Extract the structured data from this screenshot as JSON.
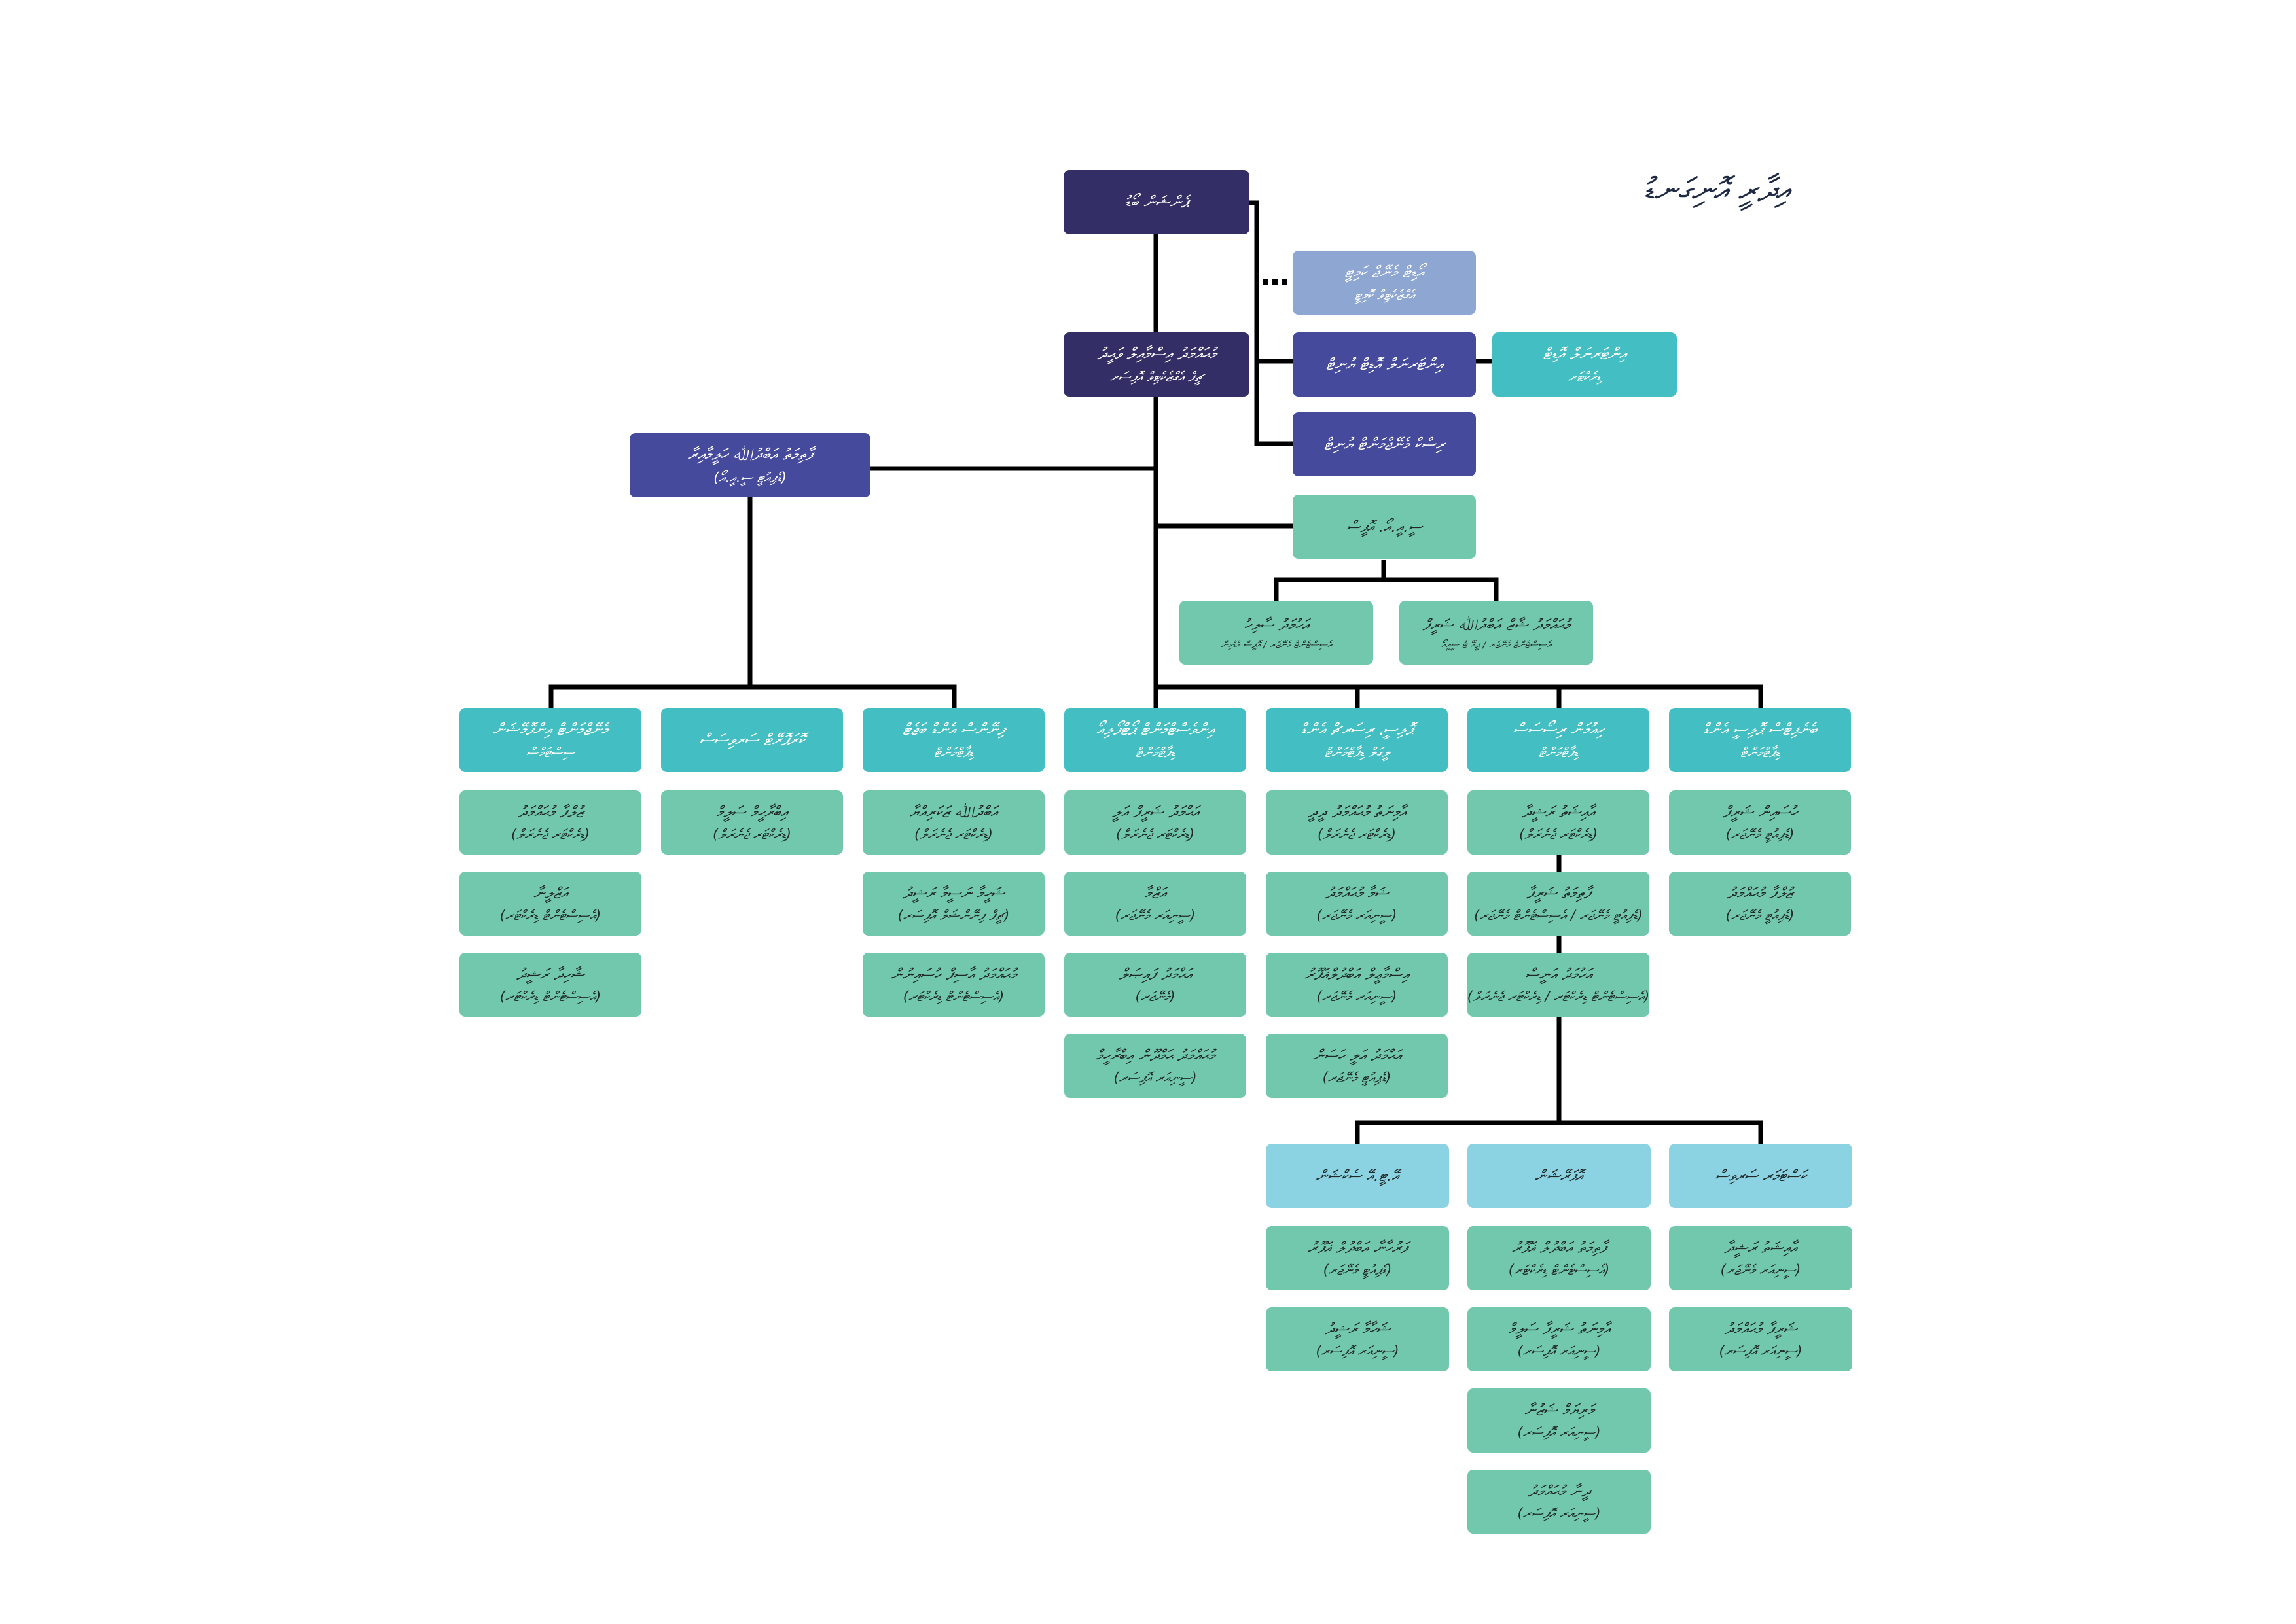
{
  "page": {
    "title": "އިދާރީ އޮނިގަނޑު"
  },
  "colors": {
    "dark": "#332e66",
    "indigo": "#464a9c",
    "periwinkle": "#8ea6d2",
    "teal": "#43bfc3",
    "mint": "#72c8ad",
    "sky": "#8bd3e2",
    "line": "#000000"
  },
  "top": {
    "board": {
      "l1": "ޕެންޝަން ބޯޑު"
    },
    "ceo": {
      "l1": "މުޙައްމަދު އިސްމާއިލް ވަޙީދު",
      "l2": "ޗީފް އެގްޒެކެޓިވް އޮފިސަރ"
    },
    "audit_comm": {
      "l1": "އޯޑިޓް މެނޭޖް ކަމިޓީ",
      "l2": "އެގްޒެކެޓިވް ކޮމިޓީ"
    },
    "audit_unit": {
      "l1": "އިންޓަރނަލް އޮޑިޓް ޔުނިޓް"
    },
    "internal_audit": {
      "l1": "އިންޓަރނަލް އޮޑިޓް",
      "l2": "ޑިރެކްޓަރ"
    },
    "risk": {
      "l1": "ރިސްކް މެނޭޖްމަންޓް ޔުނިޓް"
    },
    "deputy": {
      "l1": "ފާތިމަތު އަބްދުﷲ ހަލީމާއިރާ",
      "l2": "(ޑެޕިއުޓީ ސީ.އީ.އޯ)"
    },
    "ceo_office": {
      "l1": "ސީ.އީ.އޯ. އޮފީސް"
    },
    "office_a": {
      "l1": "އަހުމަދު ސާލިހު",
      "l2": "އެސިސްޓެންޓް މެނޭޖަރ / އޮފީސް އެޑްމިން"
    },
    "office_b": {
      "l1": "މުޙައްމަދު ޝާޒް އަބްދުﷲ ޝަރީފް",
      "l2": "އެސިސްޓެންޓް މެނޭޖަރ / ޕީއޭ ޓު ސީއީއޯ"
    }
  },
  "departments": [
    {
      "title": [
        "މެނޭޖްމަންޓް އިންފޮމޭޝަން",
        "ސިސްޓަމްސް"
      ],
      "staff": [
        {
          "name": "ޒުލްފާ މުޙައްމަދު",
          "role": "(ޑިރެކްޓަރ ޖެނެރަލް)"
        },
        {
          "name": "އަޒްލީނާ",
          "role": "(އެސިސްޓެންޓް ޑިރެކްޓަރ)"
        },
        {
          "name": "ޝާހިދާ ރަޝީދު",
          "role": "(އެސިސްޓެންޓް ޑިރެކްޓަރ)"
        }
      ]
    },
    {
      "title": [
        "ކޮރަޕޮރޭޓް ސަރވިސަސް"
      ],
      "staff": [
        {
          "name": "އިބްރާހީމް ސަލީމް",
          "role": "(ޑިރެކްޓަރ ޖެނެރަލް)"
        }
      ]
    },
    {
      "title": [
        "ފިނޭންސް އެންޑް ބަޖެޓް",
        "ޑިޕާޓްމަންޓް"
      ],
      "staff": [
        {
          "name": "އަބްދުﷲ ޒަކަރިއްޔާ",
          "role": "(ޑިރެކްޓަރ ޖެނެރަލް)"
        },
        {
          "name": "ޝަހީމާ ނަސީމާ ރަޝީދު",
          "role": "(ޗީފް ފިނޭންޝަލް އޮފިސަރ)"
        },
        {
          "name": "މުޙައްމަދު އާސިފް ހުސައިނުން",
          "role": "(އެސިސްޓެންޓް ޑިރެކްޓަރ)"
        }
      ]
    },
    {
      "title": [
        "އިންވެސްޓްމަންޓް ޕޯޓްފޯލިއޯ",
        "ޑިޕާޓްމަންޓް"
      ],
      "staff": [
        {
          "name": "އަޙްމަދު ޝަރީފް އަލީ",
          "role": "(ޑިރެކްޓަރ ޖެނެރަލް)"
        },
        {
          "name": "އަޒްމާ",
          "role": "(ސީނިއަރ މެނޭޖަރ)"
        },
        {
          "name": "އަޙްމަދު ފައިޞަލް",
          "role": "(މެނޭޖަރ)"
        },
        {
          "name": "މުޙައްމަދު ޙަމްދޫން އިބްރާހީމް",
          "role": "(ސީނިއަރ އޮފިސަރ)"
        }
      ]
    },
    {
      "title": [
        "ޕޮލިސީ، ރިސަރޗް އެންޑް",
        "ލީގަލް ޑިޕާޓްމަންޓް"
      ],
      "staff": [
        {
          "name": "އާމިނަތު މުޙައްމަދު ދީދީ",
          "role": "(ޑިރެކްޓަރ ޖެނެރަލް)"
        },
        {
          "name": "ޝަމާ މުޙައްމަދު",
          "role": "(ސީނިއަރ މެނޭޖަރ)"
        },
        {
          "name": "އިސްމާޢީލް އަބްދުލްޣަފޫރު",
          "role": "(ސީނިއަރ މެނޭޖަރ)"
        },
        {
          "name": "އަޙްމަދު އަލީ ހަސަން",
          "role": "(ޑެޕިއުޓީ މެނޭޖަރ)"
        }
      ]
    },
    {
      "title": [
        "ހިއުމަން ރިސޯސަސް",
        "ޑިޕާޓްމަންޓް"
      ],
      "staff": [
        {
          "name": "އާއިޝަތު ރަޝީދާ",
          "role": "(ޑިރެކްޓަރ ޖެނެރަލް)"
        },
        {
          "name": "ފާތިމަތު ޝަރީފާ",
          "role": "(ޑެޕިއުޓީ މެނޭޖަރ / އެސިސްޓެންޓް މެނޭޖަރ)"
        },
        {
          "name": "އަހުމަދު އަނީސް",
          "role": "(އެސިސްޓެންޓް ޑިރެކްޓަރ / ޑިރެކްޓަރ ޖެނެރަލް)"
        }
      ]
    },
    {
      "title": [
        "ބެނެފިޓްސް ޕޮލިސީ އެންޑް",
        "ޑިޕާޓްމަންޓް"
      ],
      "staff": [
        {
          "name": "ހުސައިން ޝަރީފް",
          "role": "(ޑެޕިއުޓީ މެނޭޖަރ)"
        },
        {
          "name": "ޒުލްފާ މުޙައްމަދު",
          "role": "(ޑެޕިއުޓީ މެނޭޖަރ)"
        }
      ]
    }
  ],
  "subunits": [
    {
      "title": "އޭ.ޓީ.އޭ ސެކްޝަން",
      "staff": [
        {
          "name": "ފަރުހާނާ އަބްދުލް ޣަފޫރު",
          "role": "(ޑެޕިއުޓީ މެނޭޖަރ)"
        },
        {
          "name": "ޝަހާމާ ރަޝީދު",
          "role": "(ސީނިއަރ އޮފިސަރ)"
        }
      ]
    },
    {
      "title": "އޮޕަރޭޝަން",
      "staff": [
        {
          "name": "ފާތިމަތު އަބްދުލް ޣަފޫރު",
          "role": "(އެސިސްޓެންޓް ޑިރެކްޓަރ)"
        },
        {
          "name": "އާމިނަތު ޝަރީފާ ސަލީމް",
          "role": "(ސީނިއަރ އޮފިސަރ)"
        },
        {
          "name": "މަރިޔަމް ޝަޒުނާ",
          "role": "(ސީނިއަރ އޮފިސަރ)"
        },
        {
          "name": "ދީނާ މުޙައްމަދު",
          "role": "(ސީނިއަރ އޮފިސަރ)"
        }
      ]
    },
    {
      "title": "ކަސްޓަމަރ ސަރވިސް",
      "staff": [
        {
          "name": "އާއިޝަތު ރަޝީދާ",
          "role": "(ސީނިއަރ މެނޭޖަރ)"
        },
        {
          "name": "ޝަރީފާ މުޙައްމަދު",
          "role": "(ސީނިއަރ އޮފިސަރ)"
        }
      ]
    }
  ]
}
